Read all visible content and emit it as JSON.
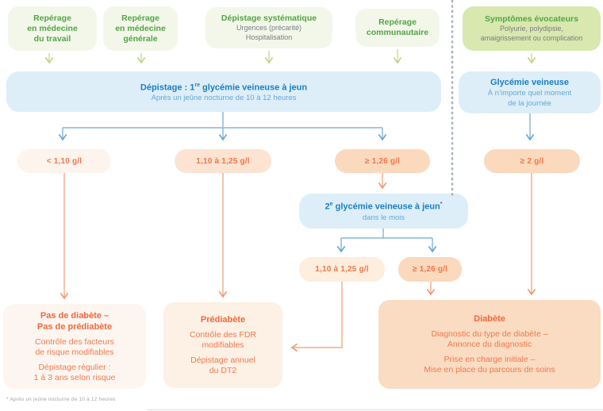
{
  "colors": {
    "green_title": "#55a445",
    "green_box_bg": "#f2f7ea",
    "green_box_highlight_bg": "#d8e8ae",
    "muted_gray_text": "#7a7d7f",
    "blue_title": "#1b7fc0",
    "blue_subtitle": "#64a9d4",
    "blue_box_bg": "#ddeef8",
    "arrow_green": "#c3d584",
    "arrow_blue": "#6ba8d1",
    "arrow_orange": "#f09b72",
    "orange_text": "#f0764a",
    "orange_title": "#f2673d",
    "pill_bg_light": "#fdf4ed",
    "pill_bg_mid": "#fce3d2",
    "pill_bg_dark": "#fbd9bd",
    "outcome_no_diabetes_bg": "#fdf6f0",
    "outcome_prediabetes_bg": "#fdf0e4",
    "outcome_diabetes_bg": "#f9dcc2",
    "dashed_divider": "#a3b1bf"
  },
  "entry_points": [
    {
      "title_lines": [
        "Repérage",
        "en médecine",
        "du travail"
      ]
    },
    {
      "title_lines": [
        "Repérage",
        "en médecine",
        "générale"
      ]
    },
    {
      "title_lines": [
        "Dépistage systématique"
      ],
      "sub_lines": [
        "Urgences (précarité)",
        "Hospitalisation"
      ]
    },
    {
      "title_lines": [
        "Repérage",
        "communautaire"
      ]
    },
    {
      "title_lines": [
        "Symptômes évocateurs"
      ],
      "sub_lines": [
        "Polyurie, polydipsie,",
        "amaigrissement ou complication"
      ]
    }
  ],
  "screening": {
    "title_prefix": "Dépistage : 1",
    "title_superscript": "re",
    "title_suffix": " glycémie veineuse à jeun",
    "subtitle": "Après un jeûne nocturne de 10 à 12 heures"
  },
  "venous_glycemia": {
    "title": "Glycémie veineuse",
    "sub_lines": [
      "À n’importe quel moment",
      "de la journée"
    ]
  },
  "first_test_results": [
    {
      "label": "< 1,10 g/l"
    },
    {
      "label": "1,10 à 1,25 g/l"
    },
    {
      "label": "≥ 1,26 g/l"
    },
    {
      "label": "≥ 2 g/l"
    }
  ],
  "second_test": {
    "title_prefix": "2",
    "title_superscript": "e",
    "title_suffix": " glycémie veineuse à jeun",
    "footnote_marker": "*",
    "subtitle": "dans le mois"
  },
  "second_test_results": [
    {
      "label": "1,10 à 1,25 g/l"
    },
    {
      "label": "≥ 1,26 g/l"
    }
  ],
  "outcomes": [
    {
      "title_lines": [
        "Pas de diabète –",
        "Pas de prédiabète"
      ],
      "paragraphs": [
        [
          "Contrôle des facteurs",
          "de risque modifiables"
        ],
        [
          "Dépistage régulier :",
          "1 à 3 ans selon risque"
        ]
      ]
    },
    {
      "title_lines": [
        "Prédiabète"
      ],
      "paragraphs": [
        [
          "Contrôle des FDR",
          "modifiables"
        ],
        [
          "Dépistage annuel",
          "du DT2"
        ]
      ]
    },
    {
      "title_lines": [
        "Diabète"
      ],
      "paragraphs": [
        [
          "Diagnostic du type de diabète –",
          "Annonce du diagnostic"
        ],
        [
          "Prise en charge initiale –",
          "Mise en place du parcours de soins"
        ]
      ]
    }
  ],
  "footnote": "* Après un jeûne nocturne de 10 à 12 heures"
}
